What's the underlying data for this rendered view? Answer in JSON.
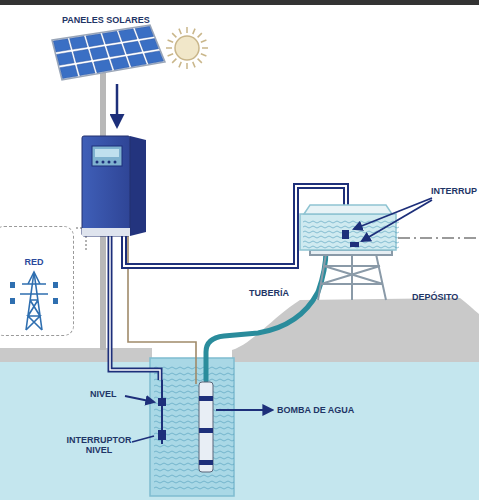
{
  "diagram": {
    "nodes": [
      {
        "text": [
          "RED"
        ]
      }
    ],
    "labels": [
      "PANELES SOLARES",
      "INTERRUP",
      "TUBERÍA",
      "DEPÓSITO",
      "NIVEL",
      "BOMBA DE AGUA",
      "INTERRUPTOR NIVEL"
    ]
  }
}
